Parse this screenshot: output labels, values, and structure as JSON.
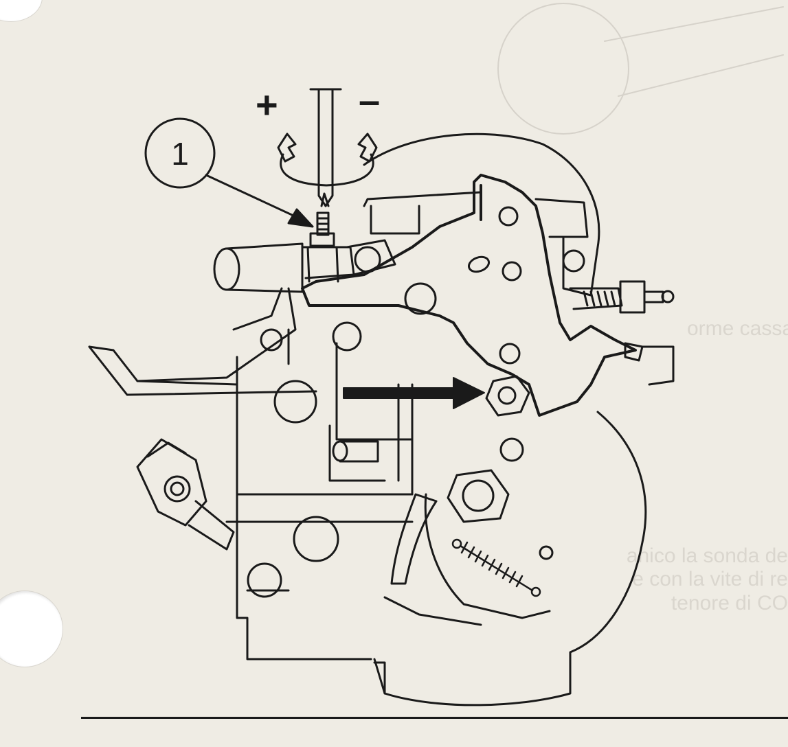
{
  "diagram": {
    "callout_number": "1",
    "plus_sign": "+",
    "minus_sign": "–",
    "pointer_arrow_icon": "bold-right-arrow-icon",
    "callout_arrow_icon": "leader-arrow-icon",
    "rotation_icon": "rotation-arrows-icon"
  },
  "bleed_through": {
    "line_1": "orme cassa",
    "line_2": "anico la sonda de",
    "line_3": "e con la vite di re",
    "line_4": "tenore di CO"
  },
  "colors": {
    "paper": "#efece4",
    "ink": "#1a1a1a",
    "ghost_ink": "#c9c5bd"
  }
}
